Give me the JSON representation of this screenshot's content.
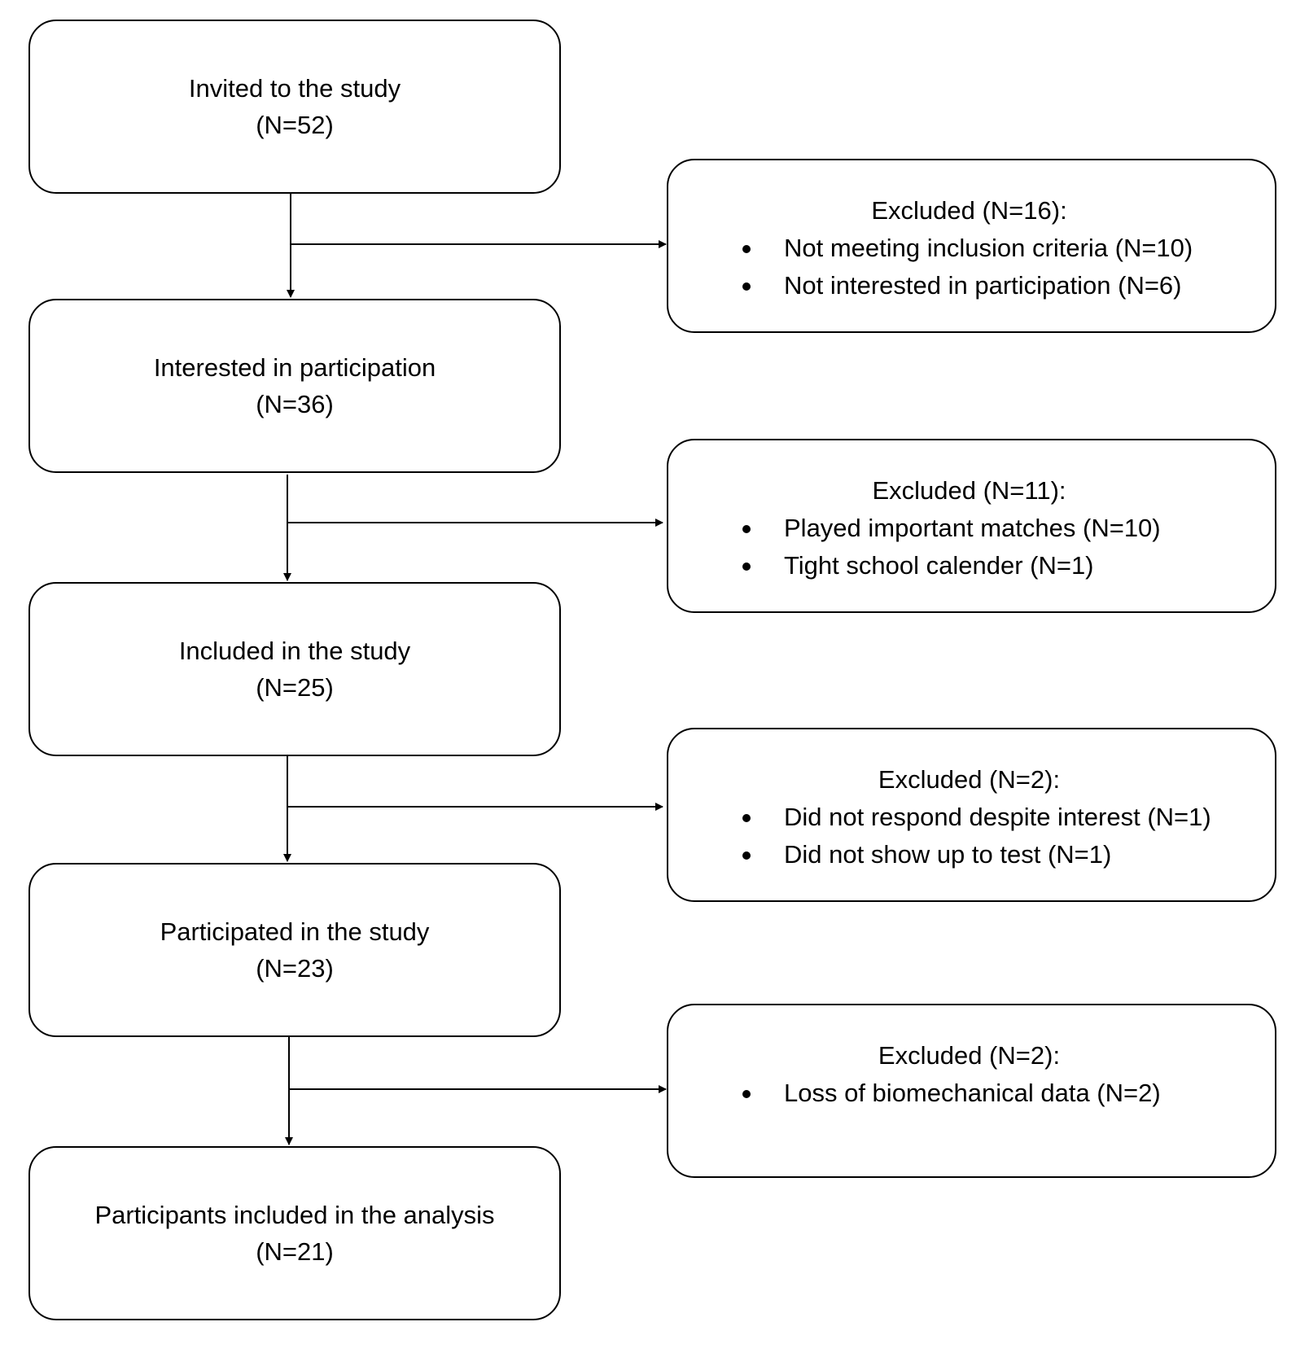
{
  "flow": {
    "steps": [
      {
        "title": "Invited to the study",
        "count": "(N=52)"
      },
      {
        "title": "Interested in participation",
        "count": "(N=36)"
      },
      {
        "title": "Included in the study",
        "count": "(N=25)"
      },
      {
        "title": "Participated in the study",
        "count": "(N=23)"
      },
      {
        "title": "Participants included in the analysis",
        "count": "(N=21)"
      }
    ],
    "exclusions": [
      {
        "title": "Excluded (N=16):",
        "items": [
          "Not meeting inclusion criteria (N=10)",
          "Not interested in participation (N=6)"
        ]
      },
      {
        "title": "Excluded (N=11):",
        "items": [
          "Played important matches (N=10)",
          "Tight school calender (N=1)"
        ]
      },
      {
        "title": "Excluded (N=2):",
        "items": [
          "Did not respond despite interest (N=1)",
          "Did not show up to test (N=1)"
        ]
      },
      {
        "title": "Excluded (N=2):",
        "items": [
          "Loss of biomechanical data (N=2)"
        ]
      }
    ]
  }
}
